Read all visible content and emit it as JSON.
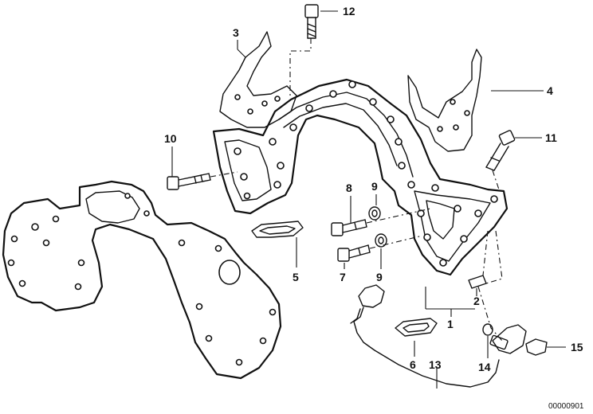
{
  "diagram": {
    "callouts": {
      "c1": "1",
      "c2": "2",
      "c3": "3",
      "c4": "4",
      "c5": "5",
      "c6": "6",
      "c7": "7",
      "c8": "8",
      "c9a": "9",
      "c9b": "9",
      "c10": "10",
      "c11": "11",
      "c12": "12",
      "c13": "13",
      "c14": "14",
      "c15": "15"
    },
    "drawing_number": "00000901"
  }
}
